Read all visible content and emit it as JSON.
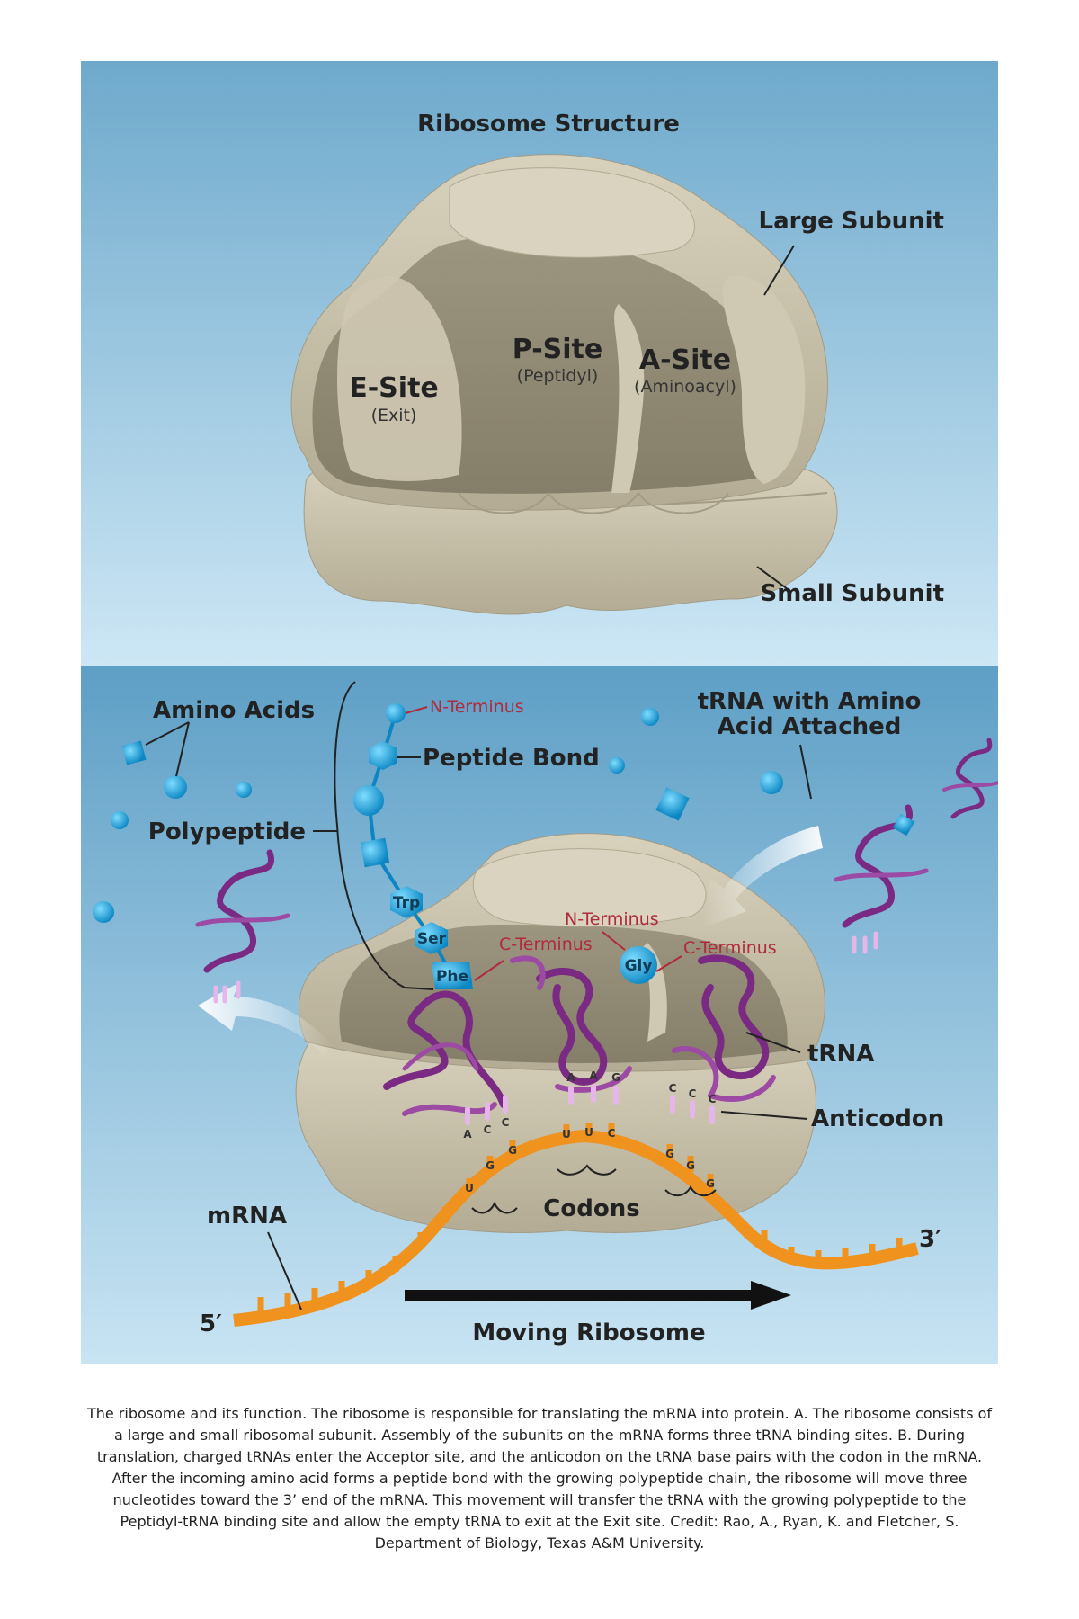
{
  "panel_a": {
    "title": "Ribosome Structure",
    "large_subunit": "Large Subunit",
    "small_subunit": "Small Subunit",
    "e_site": {
      "name": "E-Site",
      "sub": "(Exit)"
    },
    "p_site": {
      "name": "P-Site",
      "sub": "(Peptidyl)"
    },
    "a_site": {
      "name": "A-Site",
      "sub": "(Aminoacyl)"
    }
  },
  "panel_b": {
    "amino_acids": "Amino Acids",
    "polypeptide": "Polypeptide",
    "n_terminus": "N-Terminus",
    "peptide_bond": "Peptide Bond",
    "trna_attached_line1": "tRNA with Amino",
    "trna_attached_line2": "Acid Attached",
    "n_terminus_2": "N-Terminus",
    "c_terminus_1": "C-Terminus",
    "c_terminus_2": "C-Terminus",
    "trna": "tRNA",
    "anticodon": "Anticodon",
    "mrna": "mRNA",
    "codons": "Codons",
    "five_prime": "5′",
    "three_prime": "3′",
    "moving_ribosome": "Moving Ribosome",
    "residues": {
      "trp": "Trp",
      "ser": "Ser",
      "phe": "Phe",
      "gly": "Gly"
    },
    "anticodons": [
      [
        "A",
        "C",
        "C"
      ],
      [
        "A",
        "A",
        "G"
      ],
      [
        "C",
        "C",
        "C"
      ]
    ],
    "codons_seq": [
      [
        "U",
        "G",
        "G"
      ],
      [
        "U",
        "U",
        "C"
      ],
      [
        "G",
        "G",
        "G"
      ]
    ]
  },
  "caption": "The ribosome and its function. The ribosome is responsible for translating the mRNA into protein. A. The ribosome consists of a large and small ribosomal subunit. Assembly of the subunits on the mRNA forms three tRNA binding sites. B. During translation, charged tRNAs enter the Acceptor site, and the anticodon on the tRNA base pairs with the codon in the mRNA. After the incoming amino acid forms a peptide bond with the growing polypeptide chain, the ribosome will move three nucleotides toward the 3’ end of the mRNA. This movement will transfer the tRNA with the growing polypeptide to the Peptidyl-tRNA binding site and allow the empty tRNA to exit at the Exit site. Credit: Rao, A., Ryan, K. and Fletcher, S. Department of Biology, Texas A&M University.",
  "colors": {
    "bg_top": "#6ea9cc",
    "bg_bottom": "#c8e4f3",
    "ribosome": "#bdb59d",
    "ribosome_shadow": "#8d8670",
    "ribosome_light": "#ddd7c3",
    "trna": "#7a2a82",
    "amino_acid": "#1aa3d9",
    "mrna": "#f0921e",
    "label_red": "#b02a3c"
  }
}
